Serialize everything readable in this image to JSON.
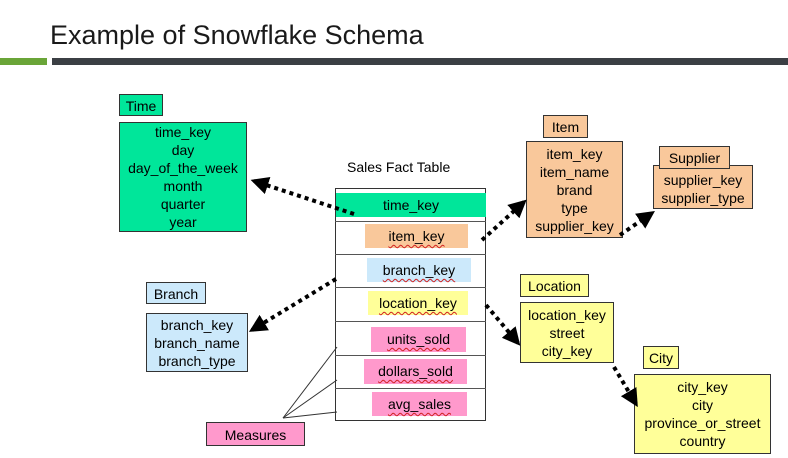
{
  "title": "Example of Snowflake Schema",
  "fact_table": {
    "caption": "Sales Fact Table",
    "keys": [
      "time_key",
      "item_key",
      "branch_key",
      "location_key"
    ],
    "measures": [
      "units_sold",
      "dollars_sold",
      "avg_sales"
    ]
  },
  "time": {
    "label": "Time",
    "attributes": [
      "time_key",
      "day",
      "day_of_the_week",
      "month",
      "quarter",
      "year"
    ]
  },
  "branch": {
    "label": "Branch",
    "attributes": [
      "branch_key",
      "branch_name",
      "branch_type"
    ]
  },
  "item": {
    "label": "Item",
    "attributes": [
      "item_key",
      "item_name",
      "brand",
      "type",
      "supplier_key"
    ]
  },
  "supplier": {
    "label": "Supplier",
    "attributes": [
      "supplier_key",
      "supplier_type"
    ]
  },
  "location": {
    "label": "Location",
    "attributes": [
      "location_key",
      "street",
      "city_key"
    ]
  },
  "city": {
    "label": "City",
    "attributes": [
      "city_key",
      "city",
      "province_or_street",
      "country"
    ]
  },
  "measures_label": "Measures",
  "colors": {
    "time": "#00e69a",
    "branch": "#cce9fb",
    "item": "#f9c89b",
    "location": "#ffff99",
    "measures": "#ff99cc",
    "accent_green": "#6aa538",
    "title_bar": "#3b3f44"
  }
}
